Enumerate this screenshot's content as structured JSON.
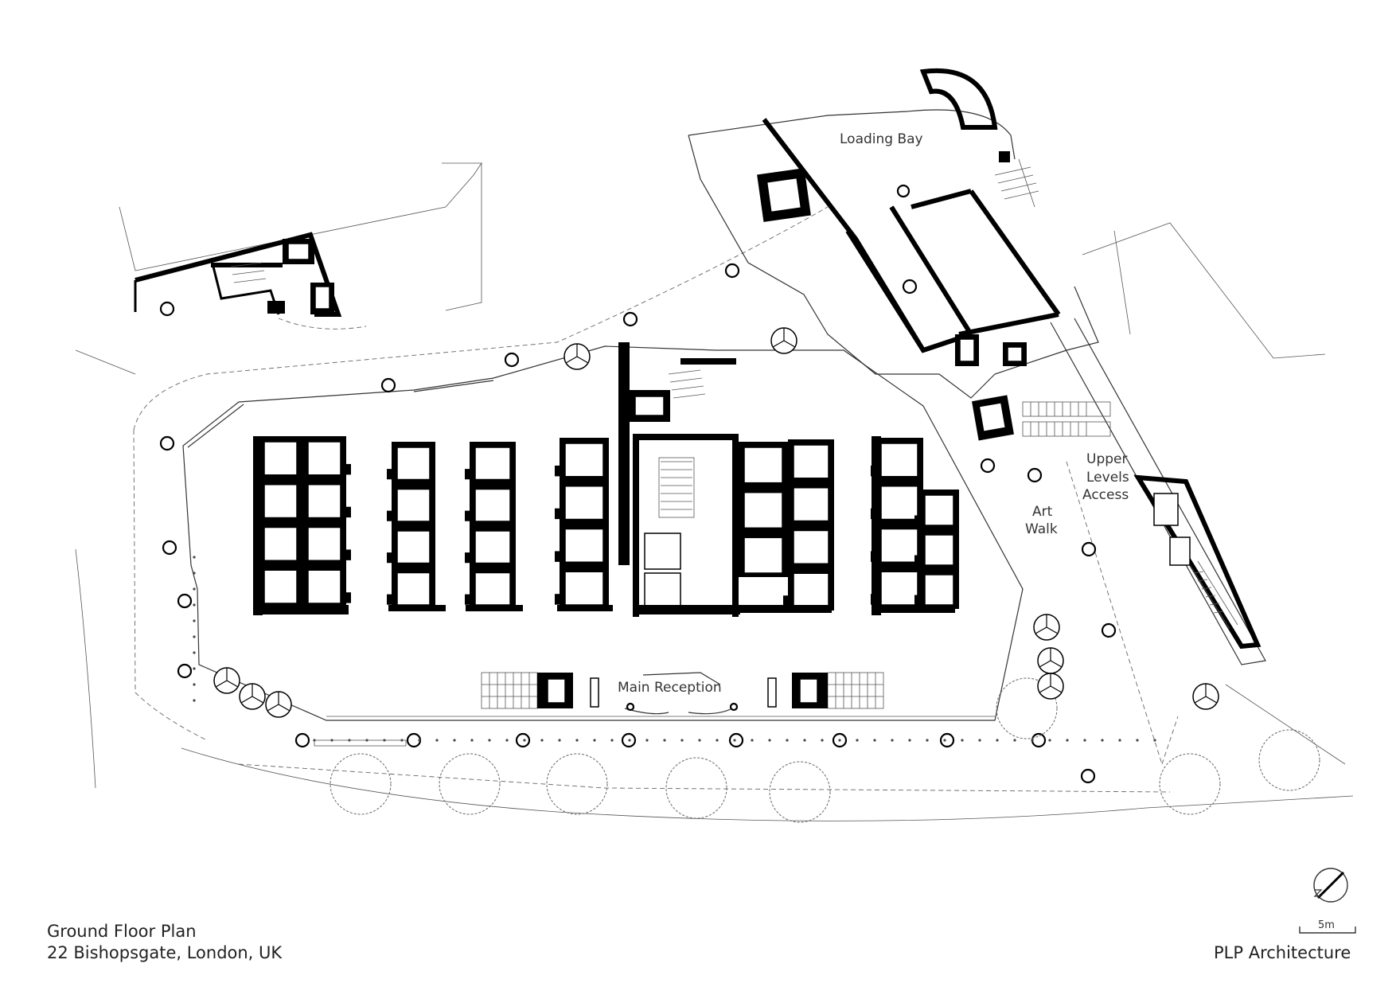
{
  "labels": {
    "loading_bay": "Loading Bay",
    "art_walk_1": "Art",
    "art_walk_2": "Walk",
    "upper_1": "Upper",
    "upper_2": "Levels",
    "upper_3": "Access",
    "main_reception": "Main Reception"
  },
  "caption": {
    "title": "Ground Floor Plan",
    "subtitle": "22 Bishopsgate, London, UK",
    "architect": "PLP Architecture"
  },
  "scale_bar": {
    "label": "5m"
  },
  "colors": {
    "line": "#000000",
    "background": "#ffffff"
  }
}
